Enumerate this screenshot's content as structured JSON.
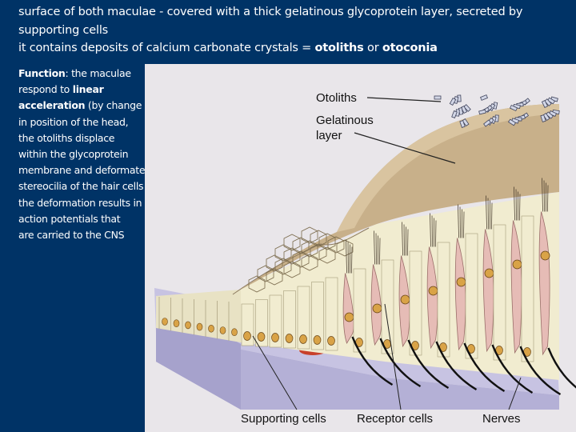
{
  "header": {
    "line1": "surface of both maculae - covered with a thick gelatinous glycoprotein layer, secreted by",
    "line2": "supporting cells",
    "line3_prefix": "it contains deposits of calcium carbonate crystals = ",
    "term1": "otoliths",
    "or_word": " or ",
    "term2": "otoconia"
  },
  "function_text": {
    "title": "Function",
    "l1_rest": ": the maculae",
    "l2_pre": "respond to ",
    "l2_bold": "linear",
    "l3_bold": "acceleration",
    "l3_rest": " (by change",
    "l4": "in position of the head,",
    "l5": "the otoliths displace",
    "l6": "within the glycoprotein",
    "l7": "membrane and deformate",
    "l8": "stereocilia of the hair cells",
    "l9": "the deformation results in",
    "l10": "action potentials that",
    "l11": "are carried to the CNS"
  },
  "diagram": {
    "otoliths": "Otoliths",
    "gel1": "Gelatinous",
    "gel2": "layer",
    "supporting": "Supporting cells",
    "receptor": "Receptor cells",
    "nerves": "Nerves"
  },
  "colors": {
    "background": "#003366",
    "panel": "#e9e6ea",
    "gel": "#c8b08a",
    "gel_light": "#d9c4a0",
    "support_cell": "#f1ecd0",
    "receptor_cell": "#e6bcb6",
    "connective": "#b4b0d6",
    "nerve": "#111111"
  }
}
